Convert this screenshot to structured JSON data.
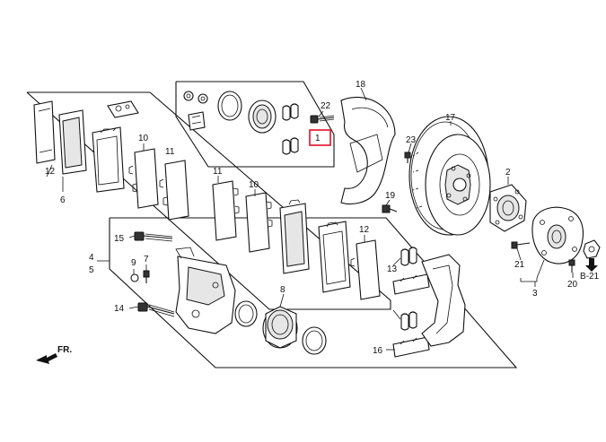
{
  "labels": {
    "p1": "1",
    "p2": "2",
    "p3": "3",
    "p4": "4",
    "p5": "5",
    "p6": "6",
    "p7": "7",
    "p8": "8",
    "p9": "9",
    "p10a": "10",
    "p10b": "10",
    "p11a": "11",
    "p11b": "11",
    "p12a": "12",
    "p12b": "12",
    "p13": "13",
    "p14": "14",
    "p15": "15",
    "p16": "16",
    "p17": "17",
    "p18": "18",
    "p19": "19",
    "p20": "20",
    "p21": "21",
    "p22": "22",
    "p23": "23",
    "ref": "B-21",
    "fr": "FR."
  },
  "colors": {
    "line": "#111111",
    "highlight": "#e0102a",
    "background": "#ffffff"
  },
  "highlighted_part": "1"
}
